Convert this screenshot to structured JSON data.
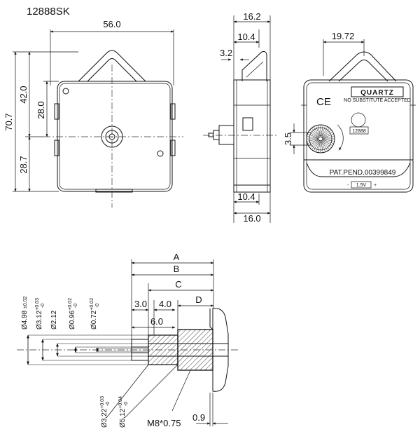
{
  "model": "12888SK",
  "front_view": {
    "width": "56.0",
    "height_total": "70.7",
    "height_upper": "42.0",
    "offset": "28.0",
    "height_lower": "28.7"
  },
  "side_view": {
    "depth_total": "16.2",
    "depth_hanger": "10.4",
    "hanger_thick": "3.2",
    "depth_bottom_1": "10.4",
    "depth_bottom_2": "16.0"
  },
  "back_view": {
    "hanger_offset": "19.72",
    "gear_offset": "3.5",
    "brand": "QUARTZ",
    "brand_sub": "NO SUBSTITUTE ACCEPTED",
    "ce_mark": "CE",
    "label_num": "12888",
    "patent": "PAT.PEND.00399849",
    "battery_minus": "-",
    "battery": "1.5V",
    "battery_plus": "+"
  },
  "shaft_view": {
    "length_labels": [
      "A",
      "B",
      "C",
      "D"
    ],
    "len_3": "3.0",
    "len_4": "4.0",
    "len_6": "6.0",
    "dia_1": "Ø4.98",
    "dia_1_tol": "±0.02",
    "dia_2": "Ø3.12",
    "dia_2_tol_up": "+0.03",
    "dia_2_tol_low": "-0",
    "dia_3": "Ø2.12",
    "dia_4": "Ø0.96",
    "dia_4_tol_up": "+0.02",
    "dia_4_tol_low": "-0",
    "dia_5": "Ø0.72",
    "dia_5_tol_up": "+0.02",
    "dia_5_tol_low": "-0",
    "dia_6": "Ø3.22",
    "dia_6_tol_up": "+0.03",
    "dia_6_tol_low": "-0",
    "dia_7": "Ø5.12",
    "dia_7_tol_up": "+0.04",
    "dia_7_tol_low": "-0",
    "thread": "M8*0.75",
    "len_09": "0.9"
  }
}
